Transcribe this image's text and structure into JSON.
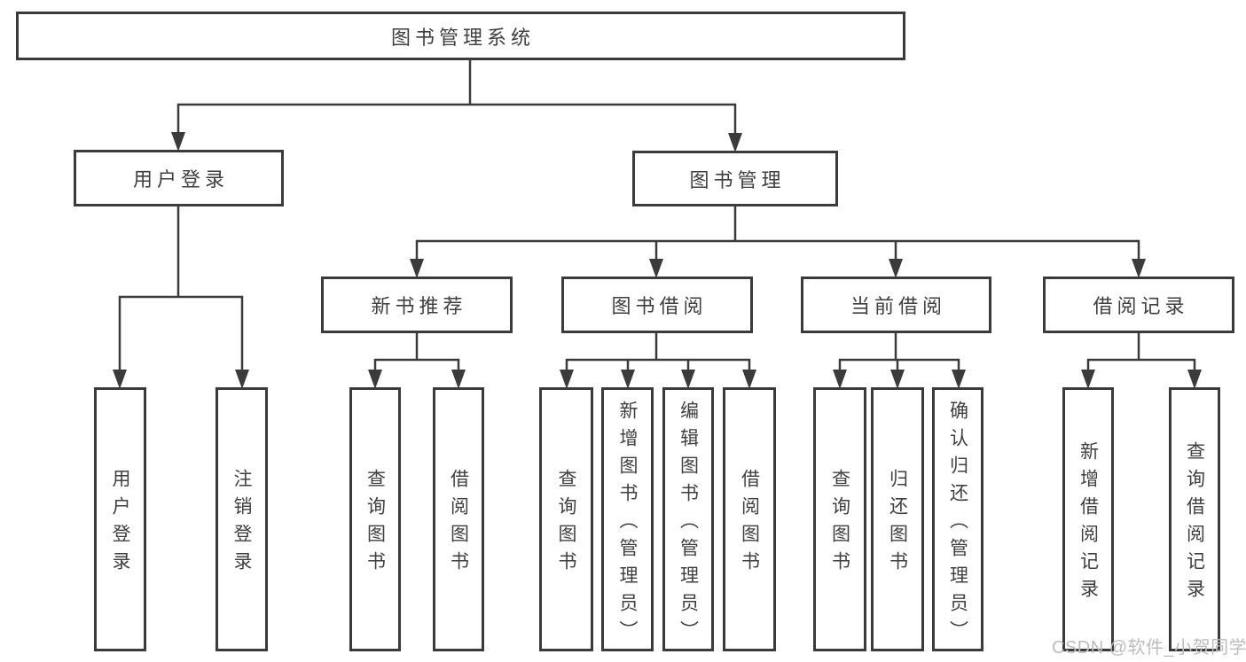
{
  "diagram": {
    "root": {
      "label": "图书管理系统",
      "children": [
        {
          "label": "用户登录",
          "children": [
            {
              "label": "用户登录"
            },
            {
              "label": "注销登录"
            }
          ]
        },
        {
          "label": "图书管理",
          "children": [
            {
              "label": "新书推荐",
              "children": [
                {
                  "label": "查询图书"
                },
                {
                  "label": "借阅图书"
                }
              ]
            },
            {
              "label": "图书借阅",
              "children": [
                {
                  "label": "查询图书"
                },
                {
                  "label": "新增图书（管理员）"
                },
                {
                  "label": "编辑图书（管理员）"
                },
                {
                  "label": "借阅图书"
                }
              ]
            },
            {
              "label": "当前借阅",
              "children": [
                {
                  "label": "查询图书"
                },
                {
                  "label": "归还图书"
                },
                {
                  "label": "确认归还（管理员）"
                }
              ]
            },
            {
              "label": "借阅记录",
              "children": [
                {
                  "label": "新增借阅记录"
                },
                {
                  "label": "查询借阅记录"
                }
              ]
            }
          ]
        }
      ]
    }
  },
  "watermark": {
    "text": "CSDN @软件_小贺同学"
  },
  "colors": {
    "line": "#3b3b3b",
    "text": "#3f3f3f",
    "watermark": "#bdbdbd",
    "background": "#ffffff"
  }
}
